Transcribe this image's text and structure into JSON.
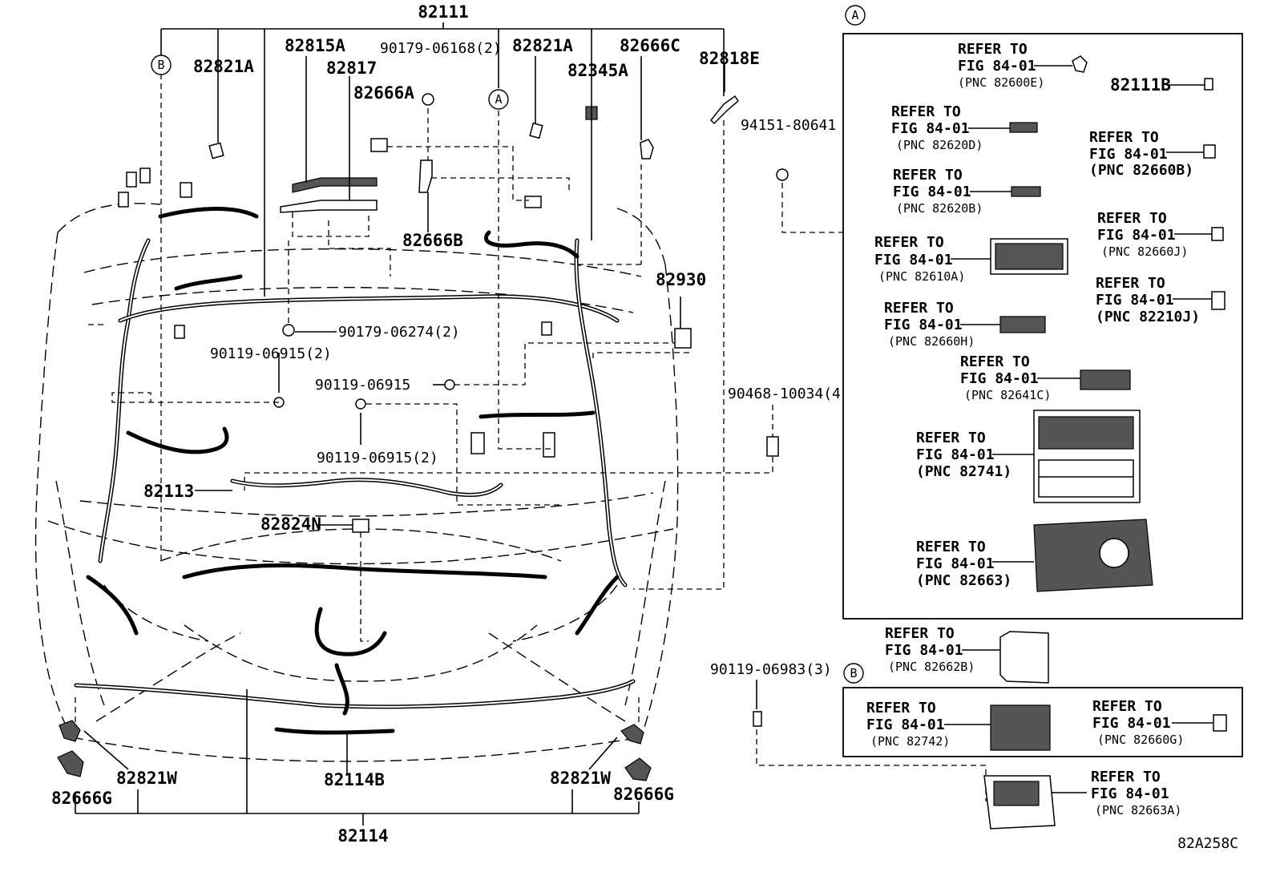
{
  "diagram_id": "82A258C",
  "part_numbers": {
    "top_main": "82111",
    "bottom_main": "82114",
    "left_conn_b": "82821A",
    "p82815A": "82815A",
    "p82817": "82817",
    "bolt_top": "90179-06168(2)",
    "p82666A": "82666A",
    "p82821A_2": "82821A",
    "p82345A": "82345A",
    "p82666C": "82666C",
    "p82818E": "82818E",
    "clip_94151": "94151-80641",
    "p82666B": "82666B",
    "p82930": "82930",
    "nut_90179": "90179-06274(2)",
    "bolt_90119_a": "90119-06915(2)",
    "bolt_90119_b": "90119-06915",
    "bolt_90119_c": "90119-06915(2)",
    "clip_90468": "90468-10034(4)",
    "p82113": "82113",
    "p82824N": "82824N",
    "p82821W_l": "82821W",
    "p82821W_r": "82821W",
    "p82666G_l": "82666G",
    "p82666G_r": "82666G",
    "p82114B": "82114B",
    "bolt_90119_06983": "90119-06983(3)"
  },
  "callouts": {
    "a": "A",
    "b": "B"
  },
  "refer_line1": "REFER TO",
  "refer_line2": "FIG 84-01",
  "box_a_refs": [
    "(PNC 82600E)",
    "(PNC 82620D)",
    "(PNC 82620B)",
    "(PNC 82610A)",
    "(PNC 82660H)",
    "(PNC 82641C)",
    "(PNC 82741)",
    "(PNC 82663)",
    "(PNC 82660B)",
    "(PNC 82660J)",
    "(PNC 82210J)"
  ],
  "box_a_part": "82111B",
  "outside_refs": [
    "(PNC 82662B)",
    "(PNC 82663A)"
  ],
  "box_b_refs": [
    "(PNC 82742)",
    "(PNC 82660G)"
  ]
}
